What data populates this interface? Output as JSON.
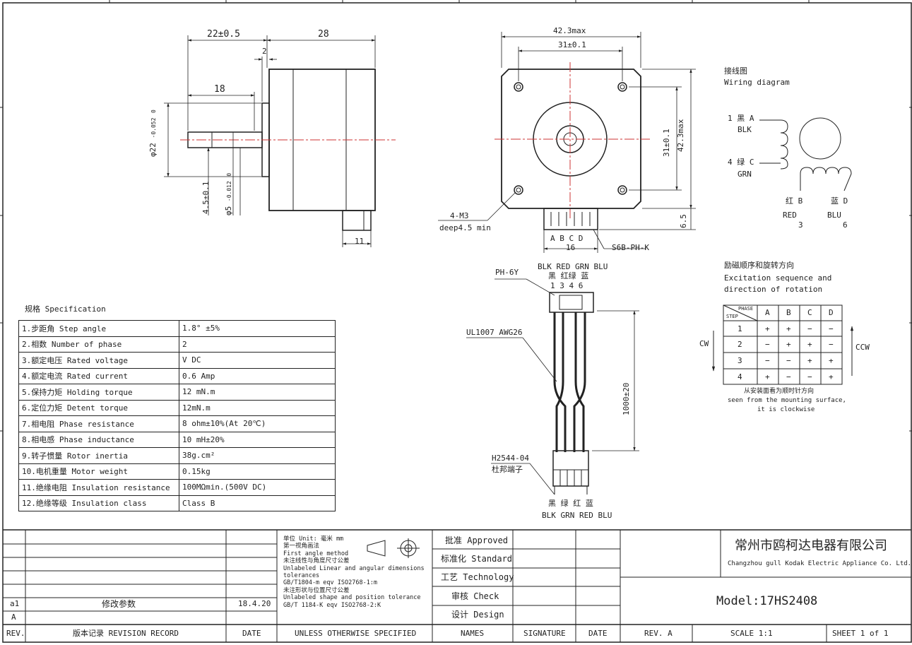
{
  "side_view": {
    "dim_22": "22±0.5",
    "dim_28": "28",
    "dim_2": "2",
    "dim_18": "18",
    "dim_phi22": "φ22",
    "dim_phi22_tol_up": "0",
    "dim_phi22_tol_low": "-0.052",
    "dim_4_5": "4.5±0.1",
    "dim_phi5": "φ5",
    "dim_phi5_tol_up": "0",
    "dim_phi5_tol_low": "-0.012",
    "dim_11": "11"
  },
  "front_view": {
    "dim_42_3max_top": "42.3max",
    "dim_31_top": "31±0.1",
    "dim_31_right": "31±0.1",
    "dim_42_3max_right": "42.3max",
    "dim_6_5": "6.5",
    "hole_label": "4-M3",
    "hole_depth": "deep4.5 min",
    "pin_letters": "A  B C  D",
    "dim_16": "16",
    "connector": "S6B-PH-K"
  },
  "cable": {
    "colors_en_top": "BLK RED GRN BLU",
    "colors_cn_top": "黑 红绿 蓝",
    "pins_top": "1  3 4  6",
    "ph6y": "PH-6Y",
    "wire": "UL1007 AWG26",
    "length": "1000±20",
    "h2544": "H2544-04",
    "dupont": "杜邦端子",
    "colors_cn_bottom": "黑 绿 红 蓝",
    "colors_en_bottom": "BLK GRN RED BLU"
  },
  "wiring": {
    "title_cn": "接线图",
    "title_en": "Wiring diagram",
    "pin1": "1  黑 A",
    "pin1_color": "BLK",
    "pin4": "4  绿 C",
    "pin4_color": "GRN",
    "pinB": "红  B",
    "pinB_color": "RED",
    "pinB_num": "3",
    "pinD": "蓝  D",
    "pinD_color": "BLU",
    "pinD_num": "6"
  },
  "excitation": {
    "title_cn": "励磁顺序和旋转方向",
    "title_en1": "Excitation sequence and",
    "title_en2": "direction of rotation",
    "corner_phase": "PHASE",
    "corner_step": "STEP",
    "headers": [
      "A",
      "B",
      "C",
      "D"
    ],
    "rows": [
      {
        "step": "1",
        "cells": [
          "+",
          "+",
          "−",
          "−"
        ]
      },
      {
        "step": "2",
        "cells": [
          "−",
          "+",
          "+",
          "−"
        ]
      },
      {
        "step": "3",
        "cells": [
          "−",
          "−",
          "+",
          "+"
        ]
      },
      {
        "step": "4",
        "cells": [
          "+",
          "−",
          "−",
          "+"
        ]
      }
    ],
    "cw": "CW",
    "ccw": "CCW",
    "note_cn": "从安装面看为顺时针方向",
    "note_en1": "seen from the mounting surface,",
    "note_en2": "it is clockwise"
  },
  "spec": {
    "title": "规格 Specification",
    "rows": [
      {
        "name": "1.步距角 Step angle",
        "value": "1.8°  ±5%"
      },
      {
        "name": "2.相数 Number of phase",
        "value": "2"
      },
      {
        "name": "3.额定电压 Rated voltage",
        "value": "   V DC"
      },
      {
        "name": "4.额定电流 Rated current",
        "value": "0.6  Amp"
      },
      {
        "name": "5.保持力矩 Holding torque",
        "value": "12 mN.m"
      },
      {
        "name": "6.定位力矩 Detent torque",
        "value": "12mN.m"
      },
      {
        "name": "7.相电阻 Phase resistance",
        "value": " 8  ohm±10%(At 20℃)"
      },
      {
        "name": "8.相电感 Phase inductance",
        "value": "10 mH±20%"
      },
      {
        "name": "9.转子惯量 Rotor inertia",
        "value": "38g.cm²"
      },
      {
        "name": "10.电机重量 Motor weight",
        "value": "0.15kg"
      },
      {
        "name": "11.绝缘电阻 Insulation resistance",
        "value": "100MΩmin.(500V DC)"
      },
      {
        "name": "12.绝缘等级 Insulation class",
        "value": "Class B"
      }
    ]
  },
  "title_block": {
    "rev_a1": "a1",
    "rev_a1_desc": "修改参数",
    "rev_a1_date": "18.4.20",
    "rev_A": "A",
    "hdr_rev": "REV.",
    "hdr_record": "版本记录 REVISION RECORD",
    "hdr_date": "DATE",
    "notes": [
      "单位 Unit: 毫米 mm",
      "第一视角画法",
      "First angle method",
      "未注线性与角度尺寸公差",
      "Unlabeled Linear and angular dimensions",
      "tolerances",
      "GB/T1804-m  eqv ISO2768-1:m",
      "未注形状与位置尺寸公差",
      "Unlabeled shape and position tolerance",
      "GB/T 1184-K  eqv ISO2768-2:K"
    ],
    "unless": "UNLESS OTHERWISE SPECIFIED",
    "approved": "批准 Approved",
    "standard": "标准化 Standard",
    "technology": "工艺 Technology",
    "check": "审核 Check",
    "design": "设计 Design",
    "names": "NAMES",
    "signature": "SIGNATURE",
    "date": "DATE",
    "company_cn": "常州市鸥柯达电器有限公司",
    "company_en": "Changzhou gull Kodak Electric Appliance Co. Ltd.",
    "model": "Model:17HS2408",
    "rev": "REV. A",
    "scale": "SCALE 1:1",
    "sheet": "SHEET 1 of 1"
  }
}
